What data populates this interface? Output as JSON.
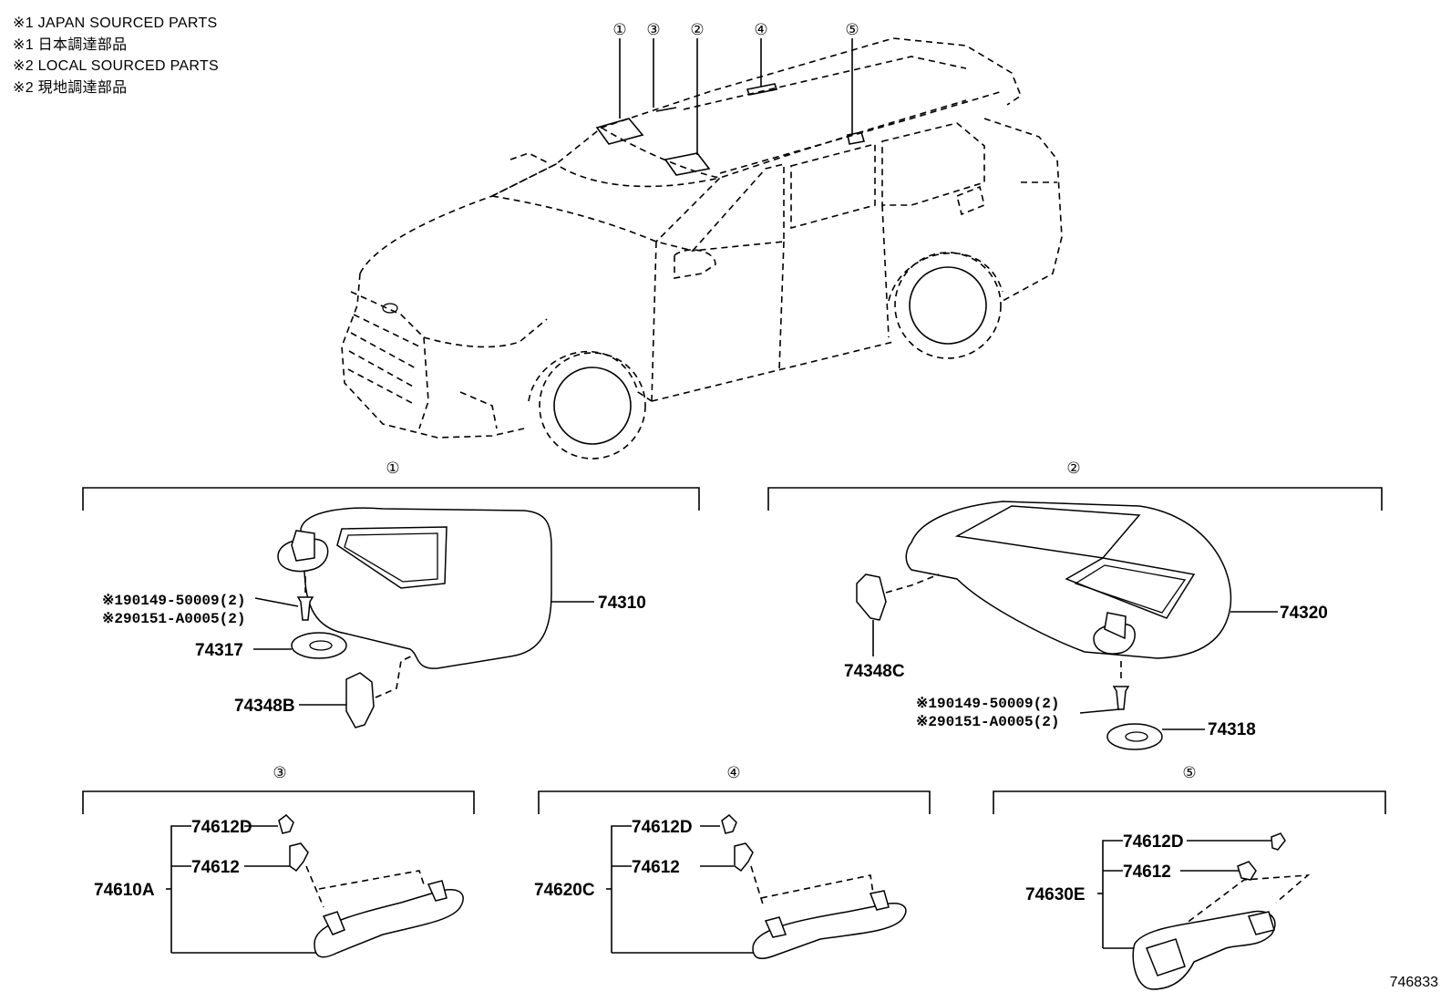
{
  "legend": [
    "※1 JAPAN SOURCED PARTS",
    "※1 日本調達部品",
    "※2 LOCAL SOURCED PARTS",
    "※2 現地調達部品"
  ],
  "callouts": [
    "①",
    "③",
    "②",
    "④",
    "⑤"
  ],
  "sections": {
    "s1": {
      "marker": "①",
      "parts": {
        "visor": "74310",
        "cover": "74317",
        "holder": "74348B",
        "screw1": "※190149-50009(2)",
        "screw2": "※290151-A0005(2)"
      }
    },
    "s2": {
      "marker": "②",
      "parts": {
        "visor": "74320",
        "cover": "74318",
        "holder": "74348C",
        "screw1": "※190149-50009(2)",
        "screw2": "※290151-A0005(2)"
      }
    },
    "s3": {
      "marker": "③",
      "parts": {
        "assy": "74610A",
        "clip": "74612D",
        "bracket": "74612"
      }
    },
    "s4": {
      "marker": "④",
      "parts": {
        "assy": "74620C",
        "clip": "74612D",
        "bracket": "74612"
      }
    },
    "s5": {
      "marker": "⑤",
      "parts": {
        "assy": "74630E",
        "clip": "74612D",
        "bracket": "74612"
      }
    }
  },
  "figure_number": "746833"
}
